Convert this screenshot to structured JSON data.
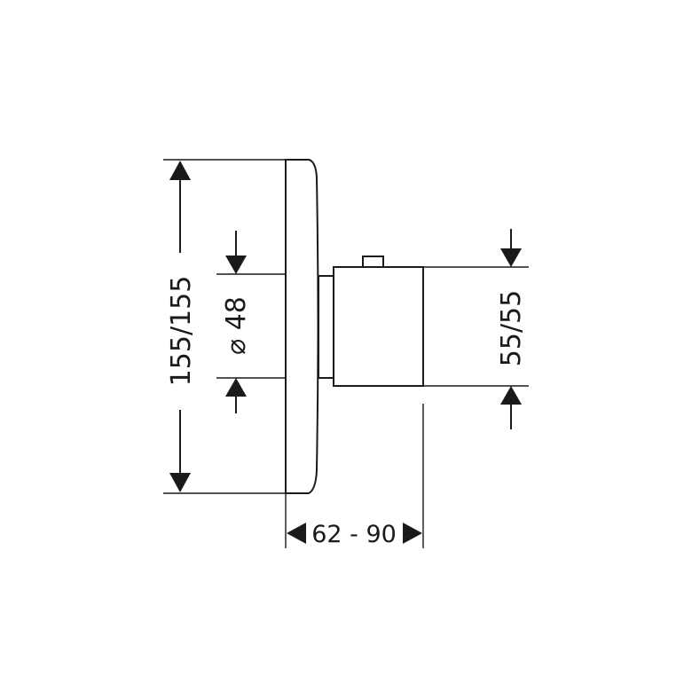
{
  "dimensions": {
    "height_total": "155/155",
    "inner_diameter": "⌀ 48",
    "body_height": "55/55",
    "depth_range": "62 - 90"
  },
  "colors": {
    "line": "#1a1a1a",
    "background": "#ffffff"
  }
}
